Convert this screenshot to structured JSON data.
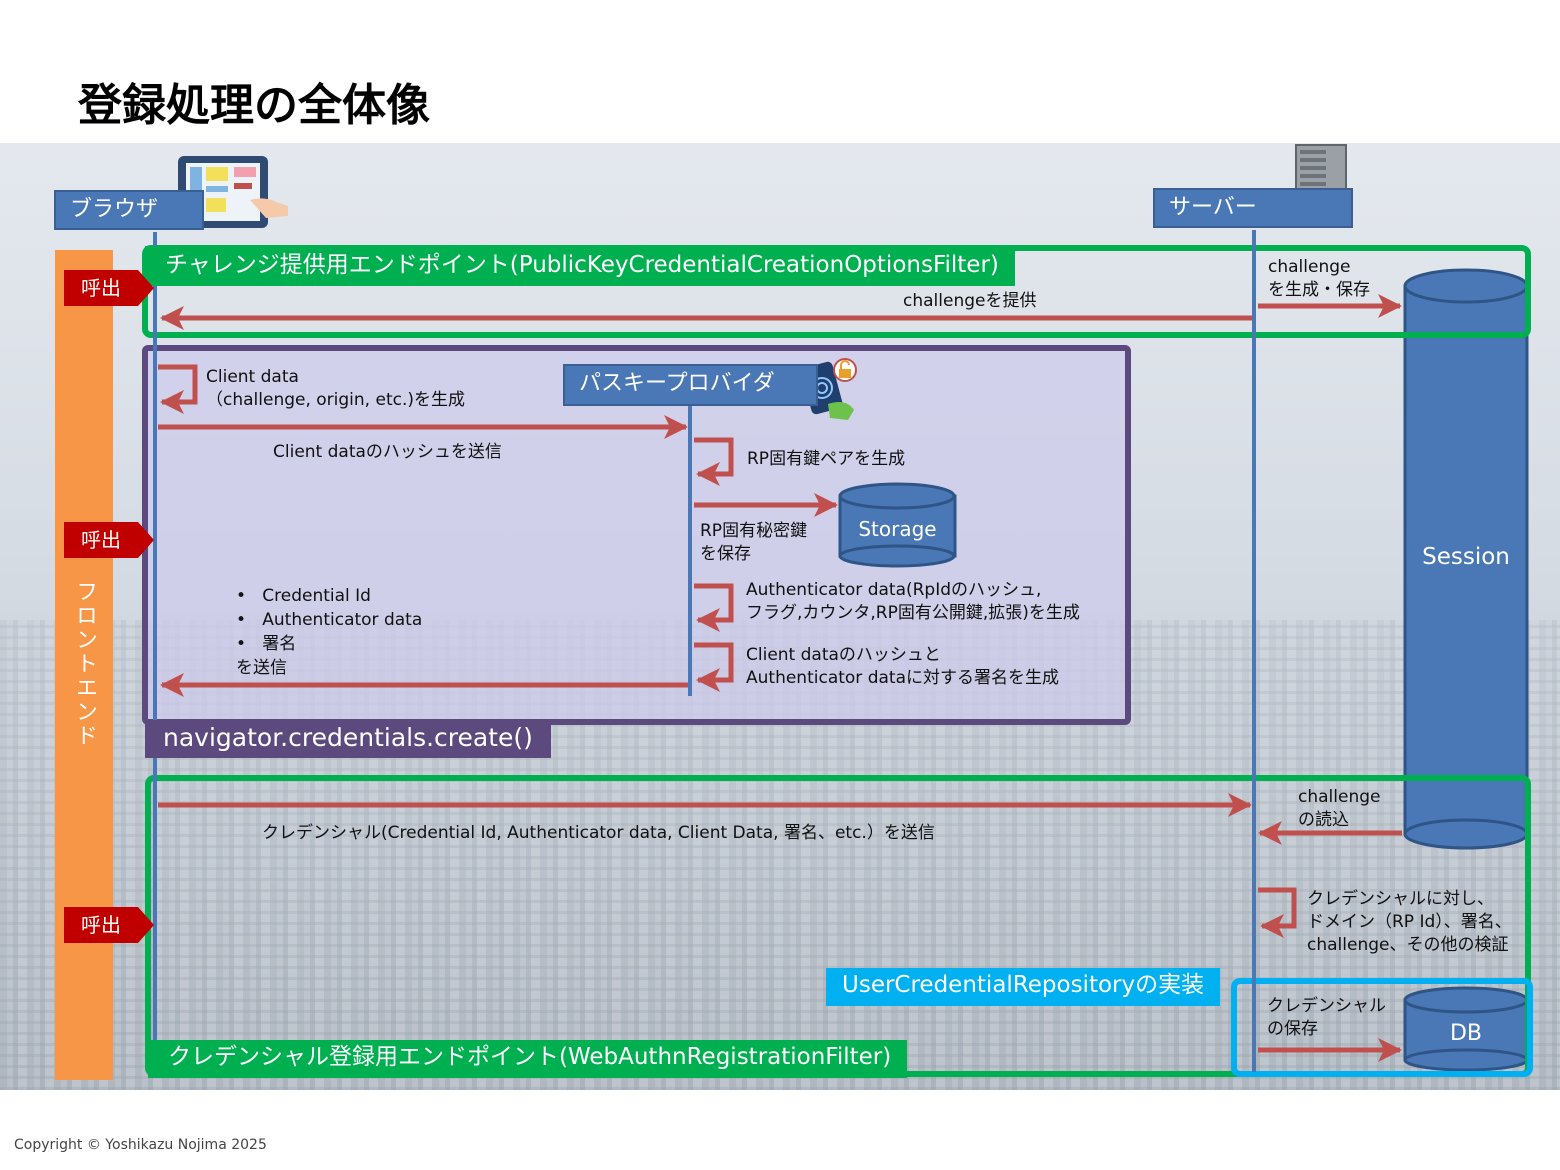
{
  "title": "登録処理の全体像",
  "actors": {
    "browser": "ブラウザ",
    "server": "サーバー",
    "passkey_provider": "パスキープロバイダ"
  },
  "frontend_label": "フロントエンド",
  "call_label": "呼出",
  "sections": {
    "challenge_endpoint": "チャレンジ提供用エンドポイント(PublicKeyCredentialCreationOptionsFilter)",
    "navigator_create": "navigator.credentials.create()",
    "registration_endpoint": "クレデンシャル登録用エンドポイント(WebAuthnRegistrationFilter)",
    "repository": "UserCredentialRepositoryの実装"
  },
  "stores": {
    "session": "Session",
    "storage": "Storage",
    "db": "DB"
  },
  "messages": {
    "challenge_generate": [
      "challenge",
      "を生成・保存"
    ],
    "challenge_provide": "challengeを提供",
    "client_data_generate": [
      "Client data",
      "（challenge, origin, etc.)を生成"
    ],
    "client_data_hash_send": "Client dataのハッシュを送信",
    "rp_keypair_generate": "RP固有鍵ペアを生成",
    "rp_private_key_save": [
      "RP固有秘密鍵",
      "を保存"
    ],
    "authenticator_data_generate": [
      "Authenticator data(RpIdのハッシュ,",
      "フラグ,カウンタ,RP固有公開鍵,拡張)を生成"
    ],
    "signature_generate": [
      "Client dataのハッシュと",
      "Authenticator dataに対する署名を生成"
    ],
    "returned_items": [
      "Credential Id",
      "Authenticator data",
      "署名"
    ],
    "returned_suffix": "を送信",
    "credential_send": "クレデンシャル(Credential Id, Authenticator data, Client Data, 署名、etc.）を送信",
    "challenge_read": [
      "challenge",
      "の読込"
    ],
    "verify": [
      "クレデンシャルに対し、",
      "ドメイン（RP Id）、署名、",
      "challenge、その他の検証"
    ],
    "credential_save": [
      "クレデンシャル",
      "の保存"
    ]
  },
  "icons": [
    "tablet-icon",
    "server-icon",
    "smartphone-fingerprint-icon",
    "unlock-icon"
  ],
  "colors": {
    "actor_blue": "#4a77b5",
    "arrow_red": "#c0504d",
    "green": "#00b050",
    "purple": "#5c4a7e",
    "cyan": "#00b0f0",
    "orange": "#f79646",
    "call_red": "#c00000"
  },
  "copyright": "Copyright © Yoshikazu Nojima 2025"
}
